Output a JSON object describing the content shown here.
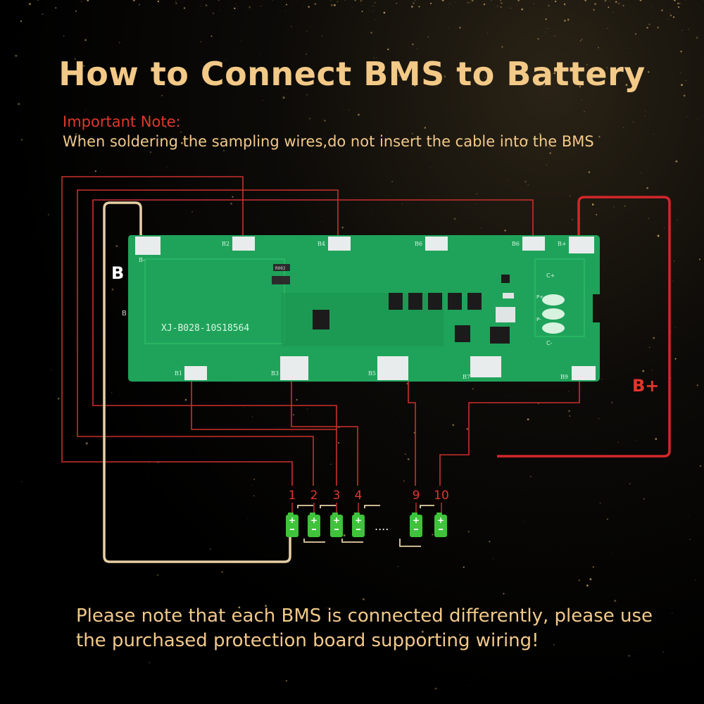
{
  "title": "How to Connect BMS to Battery",
  "note": {
    "heading": "Important Note:",
    "body": "When soldering the sampling wires,do not insert the cable into the BMS"
  },
  "board": {
    "model": "XJ-B028-10S18564",
    "pads_top": [
      "B2",
      "B4",
      "B6",
      "B6",
      "B+"
    ],
    "pads_bottom": [
      "B1",
      "B3",
      "B5",
      "B7",
      "B9"
    ],
    "left_pad_label": "B-",
    "conn_labels": [
      "C+",
      "P+",
      "P-",
      "C-"
    ],
    "chip_label": "R002"
  },
  "labels": {
    "b_minus": "B",
    "b_minus_small": "B",
    "b_plus": "B+"
  },
  "cell_numbers": [
    "1",
    "2",
    "3",
    "4",
    "9",
    "10"
  ],
  "ellipsis": "....",
  "footer": "Please note that each BMS is connected differently, please use the purchased protection board supporting wiring!",
  "colors": {
    "title": "#f3c987",
    "note_heading": "#e0372c",
    "note_body": "#f2c98a",
    "wire_red": "#d4262b",
    "wire_negative": "#e7cfa6",
    "board_green": "#1f9e58",
    "battery_green": "#3ec33a"
  }
}
